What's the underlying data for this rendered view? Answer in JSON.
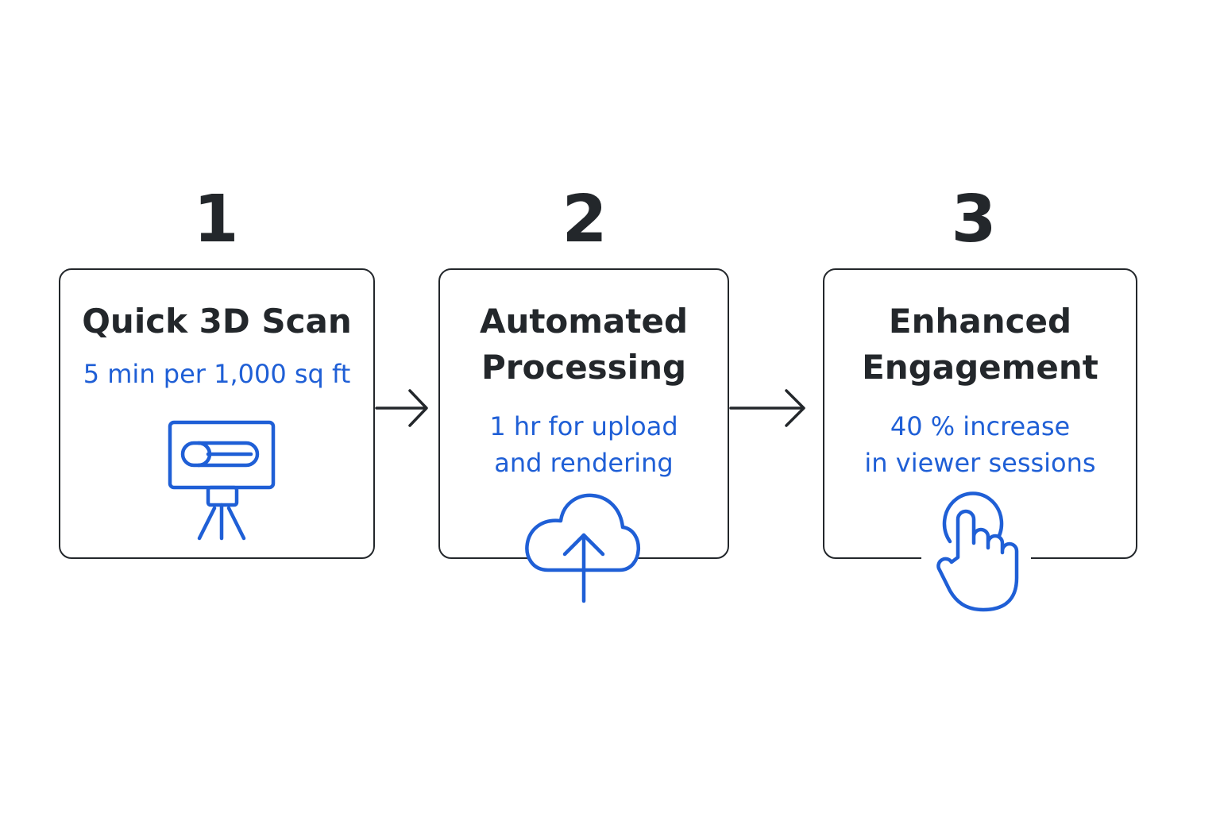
{
  "colors": {
    "text": "#23272b",
    "accent": "#1f5fd6",
    "background": "#ffffff"
  },
  "steps": [
    {
      "number": "1",
      "title": "Quick 3D Scan",
      "detail": "5 min per 1,000 sq ft",
      "icon": "tripod-camera-icon"
    },
    {
      "number": "2",
      "title": "Automated\nProcessing",
      "detail": "1 hr for upload\nand rendering",
      "icon": "cloud-upload-icon"
    },
    {
      "number": "3",
      "title": "Enhanced\nEngagement",
      "detail": "40 % increase\nin viewer sessions",
      "icon": "pointer-hand-icon"
    }
  ]
}
